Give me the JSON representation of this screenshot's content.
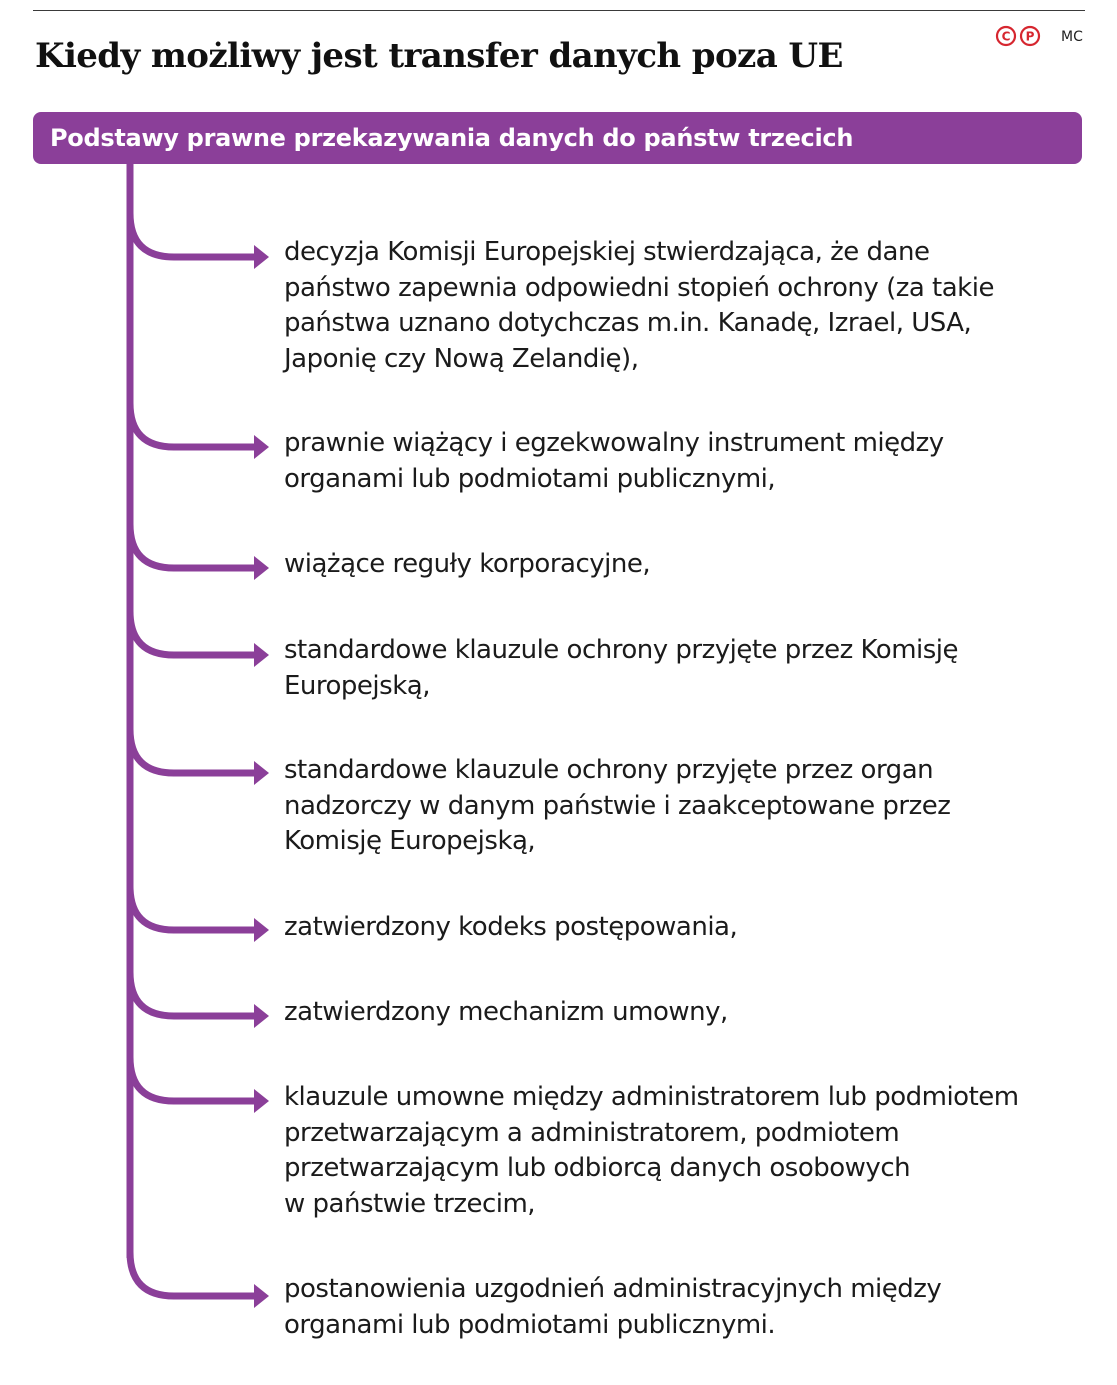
{
  "title": "Kiedy możliwy jest transfer danych poza UE",
  "logo_text": "©P",
  "author": "MC",
  "header": "Podstawy prawne przekazywania danych do państw trzecich",
  "accent_color": "#8b3f99",
  "items": [
    "decyzja Komisji Europejskiej stwierdzająca, że dane\npaństwo zapewnia odpowiedni stopień ochrony (za takie\npaństwa uznano dotychczas m.in. Kanadę, Izrael, USA,\nJaponię czy Nową Zelandię),",
    "prawnie wiążący i egzekwowalny instrument między\norganami lub podmiotami publicznymi,",
    "wiążące reguły korporacyjne,",
    "standardowe klauzule ochrony przyjęte przez Komisję\nEuropejską,",
    "standardowe klauzule ochrony przyjęte przez organ\nnadzorczy w danym państwie i zaakceptowane przez\nKomisję Europejską,",
    "zatwierdzony kodeks postępowania,",
    "zatwierdzony mechanizm umowny,",
    "klauzule umowne między administratorem lub podmiotem\nprzetwarzającym a administratorem, podmiotem\nprzetwarzającym lub odbiorcą danych osobowych\nw państwie trzecim,",
    "postanowienia uzgodnień administracyjnych między\norganami lub podmiotami publicznymi."
  ]
}
